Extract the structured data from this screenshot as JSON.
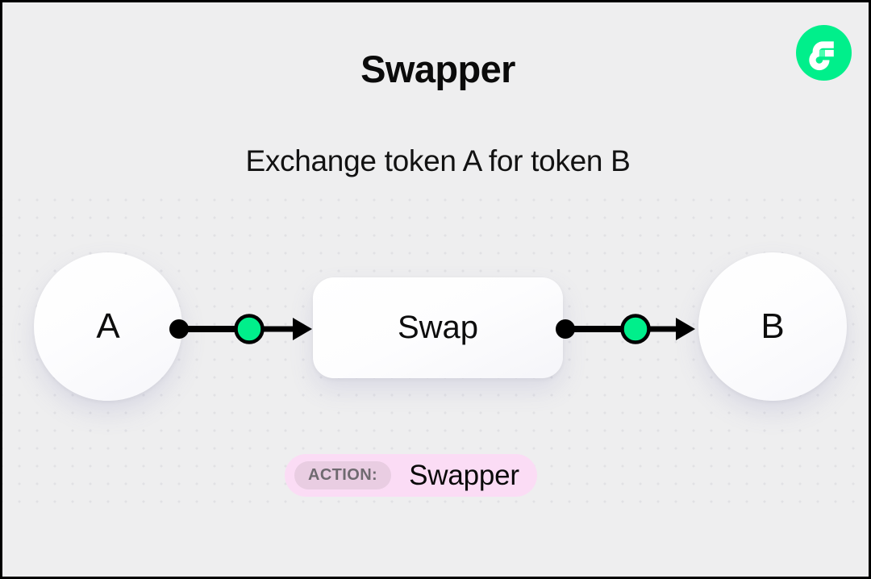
{
  "header": {
    "title": "Swapper",
    "subtitle": "Exchange token A for token B"
  },
  "logo": {
    "name": "flow-logo",
    "circle_color": "#00ef8b",
    "mark_color": "#ffffff",
    "accent_color": "#4dffb0"
  },
  "diagram": {
    "nodes": [
      {
        "id": "a",
        "label": "A",
        "shape": "circle"
      },
      {
        "id": "swap",
        "label": "Swap",
        "shape": "rounded-rect"
      },
      {
        "id": "b",
        "label": "B",
        "shape": "circle"
      }
    ],
    "edges": [
      {
        "from": "a",
        "to": "swap",
        "handle_color": "#00ef8b",
        "line_color": "#000000"
      },
      {
        "from": "swap",
        "to": "b",
        "handle_color": "#00ef8b",
        "line_color": "#000000"
      }
    ]
  },
  "action_badge": {
    "tag": "ACTION:",
    "value": "Swapper",
    "pill_color": "#fbdcf5",
    "tag_color": "#e9cde2"
  },
  "theme": {
    "background": "#eeeeef",
    "dot_color": "#e1e1e4",
    "text_color": "#0b0b0b",
    "accent_green": "#00ef8b"
  }
}
